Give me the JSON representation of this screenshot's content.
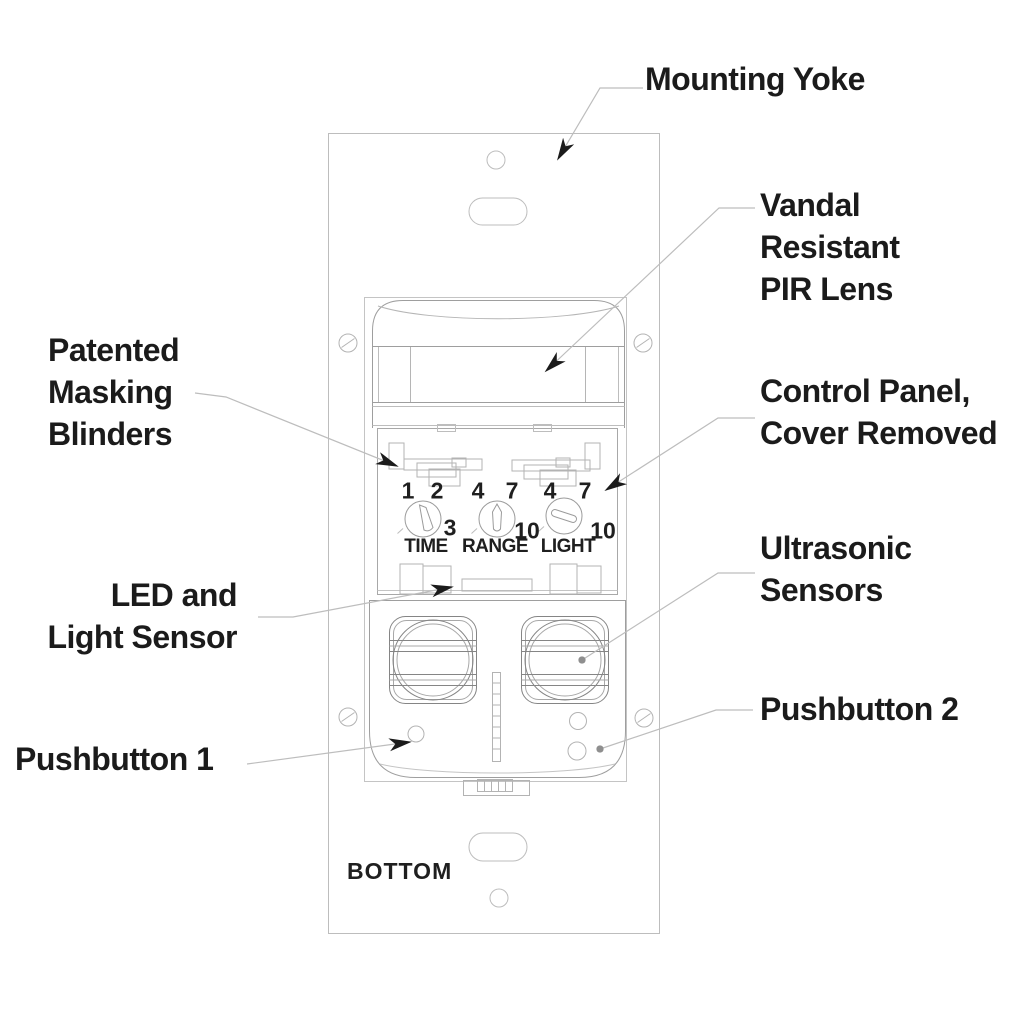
{
  "labels": {
    "mounting_yoke": "Mounting Yoke",
    "vandal_pir_lens": "Vandal\nResistant\nPIR Lens",
    "masking_blinders": "Patented\nMasking\nBlinders",
    "control_panel": "Control Panel,\nCover Removed",
    "led_light_sensor": "LED and\nLight Sensor",
    "ultrasonic_sensors": "Ultrasonic\nSensors",
    "pushbutton_1": "Pushbutton 1",
    "pushbutton_2": "Pushbutton 2",
    "bottom": "BOTTOM"
  },
  "control_panel": {
    "dials": [
      {
        "label": "TIME",
        "options": [
          "1",
          "2",
          "3"
        ]
      },
      {
        "label": "RANGE",
        "options": [
          "4",
          "7",
          "10"
        ]
      },
      {
        "label": "LIGHT",
        "options": [
          "4",
          "7",
          "10"
        ]
      }
    ]
  },
  "colors": {
    "background": "#ffffff",
    "line_light": "#bdbdbd",
    "line_mid": "#9e9e9e",
    "line_dark": "#858585",
    "ink": "#1b1b1b"
  }
}
